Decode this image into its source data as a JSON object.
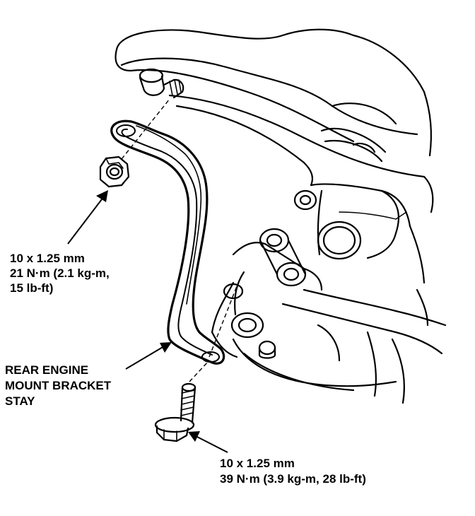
{
  "callouts": {
    "nut": {
      "size": "10 x 1.25 mm",
      "torque_line1": "21 N·m (2.1 kg-m,",
      "torque_line2": "15 lb-ft)"
    },
    "stay": {
      "line1": "REAR ENGINE",
      "line2": "MOUNT BRACKET",
      "line3": "STAY"
    },
    "bolt": {
      "size": "10 x 1.25 mm",
      "torque": "39 N·m (3.9 kg-m, 28 lb-ft)"
    }
  },
  "colors": {
    "ink": "#000000",
    "paper": "#ffffff"
  }
}
